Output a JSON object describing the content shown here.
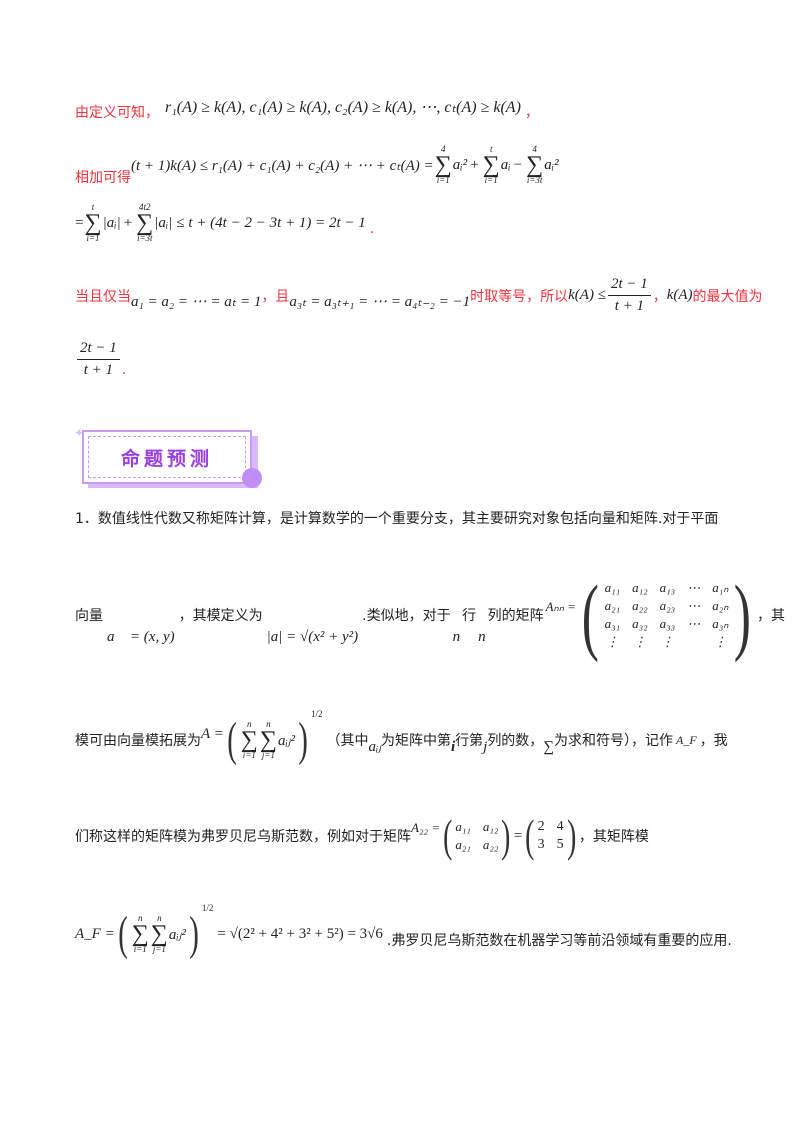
{
  "line1": {
    "label": "由定义可知，",
    "math": "r₁(A) ≥ k(A), c₁(A) ≥ k(A), c₂(A) ≥ k(A), ⋯, cₜ(A) ≥ k(A)",
    "end": "，"
  },
  "line2": {
    "label": "相加可得",
    "lhs": "(t + 1)k(A) ≤ r₁(A) + c₁(A) + c₂(A) + ⋯ + cₜ(A) =",
    "s1": {
      "top": "4",
      "bot": "i=1",
      "term": "aᵢ²"
    },
    "op1": "+",
    "s2": {
      "top": "t",
      "bot": "i=1",
      "term": "aᵢ"
    },
    "op2": "−",
    "s3": {
      "top": "4",
      "bot": "i=3t",
      "term": "aᵢ²"
    }
  },
  "line3": {
    "eq": "=",
    "s1": {
      "top": "t",
      "bot": "i=1",
      "term": "|aᵢ|"
    },
    "op": "+",
    "s2": {
      "top": "4t2",
      "bot": "i=3t",
      "term": "|aᵢ|"
    },
    "rest": "≤ t + (4t − 2 − 3t + 1) = 2t − 1",
    "end": "."
  },
  "line4": {
    "t1": "当且仅当",
    "m1": "a₁ = a₂ = ⋯ = aₜ = 1",
    "t2": "，且",
    "m2": "a₃ₜ = a₃ₜ₊₁ = ⋯ = a₄ₜ₋₂ = −1",
    "t3": "时取等号，所以",
    "m3": "k(A) ≤",
    "num": "2t − 1",
    "den": "t + 1",
    "t4": "，",
    "m4": "k(A)",
    "t5": "的最大值为"
  },
  "line5": {
    "num": "2t − 1",
    "den": "t + 1",
    "end": "."
  },
  "banner": {
    "title": "命题预测",
    "colors": {
      "text": "#9a3fe0",
      "border": "#c99af5",
      "shadow": "#b77cf0"
    }
  },
  "p1": {
    "text": "1．数值线性代数又称矩阵计算，是计算数学的一个重要分支，其主要研究对象包括向量和矩阵.对于平面"
  },
  "p2": {
    "t1": "向量",
    "m1": "a⃗ = (x, y)",
    "t2": "，其模定义为",
    "m2": "|a| = √(x² + y²)",
    "t3": ".类似地，对于",
    "n1": "n",
    "t4": "行",
    "n2": "n",
    "t5": "列的矩阵",
    "mA": "Aₙₙ =",
    "matrix": [
      [
        "a₁₁",
        "a₁₂",
        "a₁₃",
        "⋯",
        "a₁ₙ"
      ],
      [
        "a₂₁",
        "a₂₂",
        "a₂₃",
        "⋯",
        "a₂ₙ"
      ],
      [
        "a₃₁",
        "a₃₂",
        "a₃₃",
        "⋯",
        "a₃ₙ"
      ],
      [
        "⋮",
        "⋮",
        "⋮",
        "",
        "⋮"
      ]
    ],
    "t6": "，其"
  },
  "p3": {
    "t1": "模可由向量模拓展为",
    "mA": "A =",
    "s1": {
      "top": "n",
      "bot": "i=1"
    },
    "s2": {
      "top": "n",
      "bot": "j=1",
      "term": "aᵢⱼ²"
    },
    "exp": "1/2",
    "t2": "（其中",
    "aij": "aᵢⱼ",
    "t3": "为矩阵中第",
    "i": "i",
    "t4": "行第",
    "j": "j",
    "t5": "列的数，",
    "sig": "∑",
    "t6": "为求和符号），记作",
    "AF": "A_F",
    "t7": "，我"
  },
  "p4": {
    "t1": "们称这样的矩阵模为弗罗贝尼乌斯范数，例如对于矩阵",
    "mA": "A₂₂ =",
    "m1": [
      [
        "a₁₁",
        "a₁₂"
      ],
      [
        "a₂₁",
        "a₂₂"
      ]
    ],
    "eq": "=",
    "m2": [
      [
        "2",
        "4"
      ],
      [
        "3",
        "5"
      ]
    ],
    "t2": "，其矩阵模"
  },
  "p5": {
    "AF": "A_F =",
    "s1": {
      "top": "n",
      "bot": "i=1"
    },
    "s2": {
      "top": "n",
      "bot": "j=1",
      "term": "aᵢⱼ²"
    },
    "exp": "1/2",
    "rest": "= √(2² + 4² + 3² + 5²) = 3√6",
    "t1": ".弗罗贝尼乌斯范数在机器学习等前沿领域有重要的应用."
  }
}
